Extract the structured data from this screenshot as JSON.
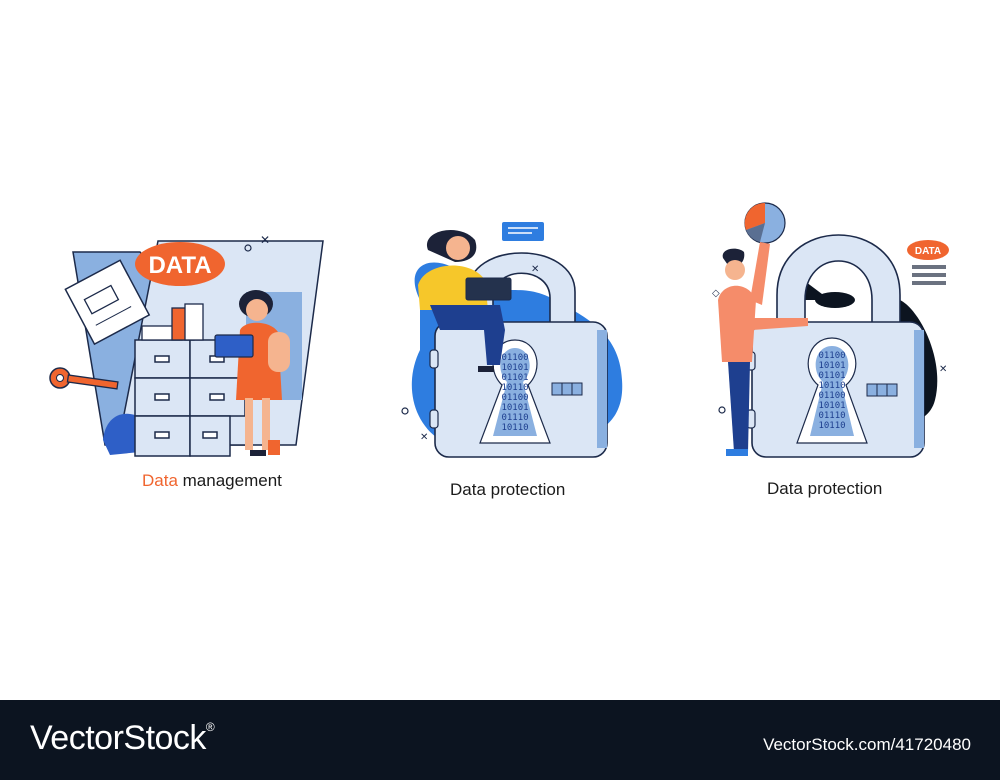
{
  "scene1": {
    "badge_text": "DATA",
    "caption_accent": "Data",
    "caption_rest": " management",
    "figure": "woman-with-laptop",
    "objects": [
      "folder",
      "file-cabinet",
      "key",
      "documents"
    ]
  },
  "scene2": {
    "caption": "Data protection",
    "figure": "woman-sitting-with-laptop",
    "objects": [
      "padlock",
      "binary-keyhole"
    ],
    "keyhole_binary": [
      "01100",
      "10101",
      "01101",
      "10110",
      "01100",
      "10101",
      "01110",
      "10110"
    ]
  },
  "scene3": {
    "caption": "Data protection",
    "badge_text": "DATA",
    "figure": "man-holding-pie-chart",
    "objects": [
      "padlock",
      "binary-keyhole",
      "pie-chart"
    ],
    "keyhole_binary": [
      "01100",
      "10101",
      "01101",
      "10110",
      "01100",
      "10101",
      "01110",
      "10110"
    ]
  },
  "colors": {
    "accent": "#f0652f",
    "light_blue": "#dbe6f5",
    "mid_blue": "#8ab0e0",
    "bright_blue": "#2e7de0",
    "navy": "#1e3f8f",
    "footer_bg": "#0c1420"
  },
  "footer": {
    "brand": "VectorStock",
    "registered_mark": "®",
    "url": "VectorStock.com/41720480"
  }
}
